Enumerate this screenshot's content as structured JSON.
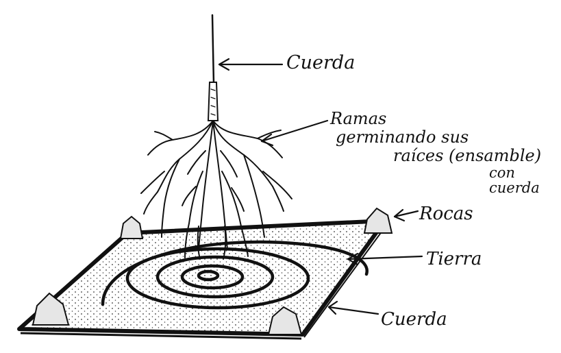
{
  "labels": {
    "cuerda_top": "Cuerda",
    "ramas_line1": "Ramas",
    "ramas_line2": "germinando sus",
    "ramas_line3": "raíces (ensamble)",
    "ramas_line4": "con cuerda",
    "rocas": "Rocas",
    "tierra": "Tierra",
    "cuerda_bottom": "Cuerda"
  },
  "colors": {
    "ink": "#111111",
    "paper": "#ffffff",
    "rock_fill": "#e6e6e6"
  }
}
